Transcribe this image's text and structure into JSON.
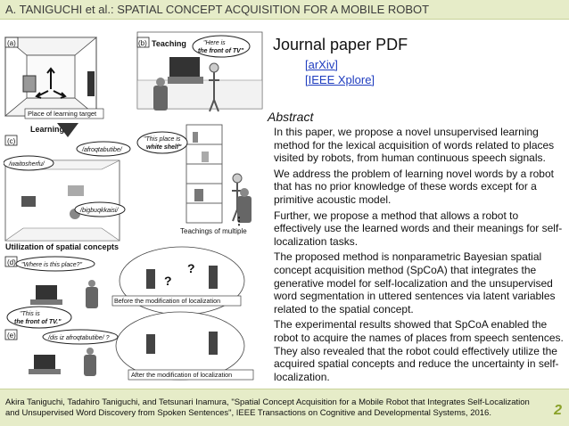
{
  "header": {
    "title": "A. TANIGUCHI et al.: SPATIAL CONCEPT ACQUISITION FOR A MOBILE ROBOT"
  },
  "figure": {
    "panel_a": "(a)",
    "panel_b": "(b)",
    "panel_c": "(c)",
    "panel_d": "(d)",
    "panel_e": "(e)",
    "teaching": "Teaching",
    "here_is_bubble_1": "\"Here is",
    "here_is_bubble_2": "the front of TV\"",
    "place_of_learning_target": "Place of learning target",
    "learning": "Learning",
    "this_place_is_1": "\"This place is",
    "this_place_is_2": "white shelf\"",
    "word_afroqtabutibe": "/afroqtabutibe/",
    "word_waitosherfu": "/waitosherfu/",
    "word_bigbuqkkaisi": "/bigbuqkkaisi/",
    "teachings_of_multiple": "Teachings of multiple",
    "utilization": "Utilization of spatial concepts",
    "where_is_this_place": "\"Where is this place?\"",
    "before_modification": "Before the modification of localization",
    "this_is_1": "\"This is",
    "this_is_2": "the front of TV.\"",
    "dis_iz": "/dis iz afroqtabutibe/ ?",
    "after_modification": "After the modification of localization",
    "question_mark": "?"
  },
  "main": {
    "heading": "Journal paper PDF",
    "links": [
      "[arXiv]",
      "[IEEE Xplore]"
    ],
    "abstract_heading": "Abstract",
    "paragraphs": [
      "In this paper, we propose a novel unsupervised learning method for the lexical acquisition of words related to places visited by robots, from human continuous speech signals.",
      "We address the problem of learning novel words by a robot that has no prior knowledge of these words except for a primitive acoustic model.",
      "Further, we propose a method that allows a robot to effectively use the learned words and their meanings for self-localization tasks.",
      "The proposed method is nonparametric Bayesian spatial concept acquisition method (SpCoA) that integrates the generative model for self-localization and the unsupervised word segmentation in uttered sentences via latent variables related to the spatial concept.",
      "The experimental results showed that SpCoA enabled the robot to acquire the names of places from speech sentences. They also revealed that the robot could effectively utilize the acquired spatial concepts and reduce the uncertainty in self-localization."
    ]
  },
  "footer": {
    "citation": "Akira Taniguchi, Tadahiro Taniguchi, and Tetsunari Inamura, \"Spatial Concept Acquisition for a Mobile Robot that Integrates Self-Localization and Unsupervised Word Discovery from Spoken Sentences\", IEEE Transactions on Cognitive and Developmental Systems, 2016.",
    "page_number": "2"
  }
}
